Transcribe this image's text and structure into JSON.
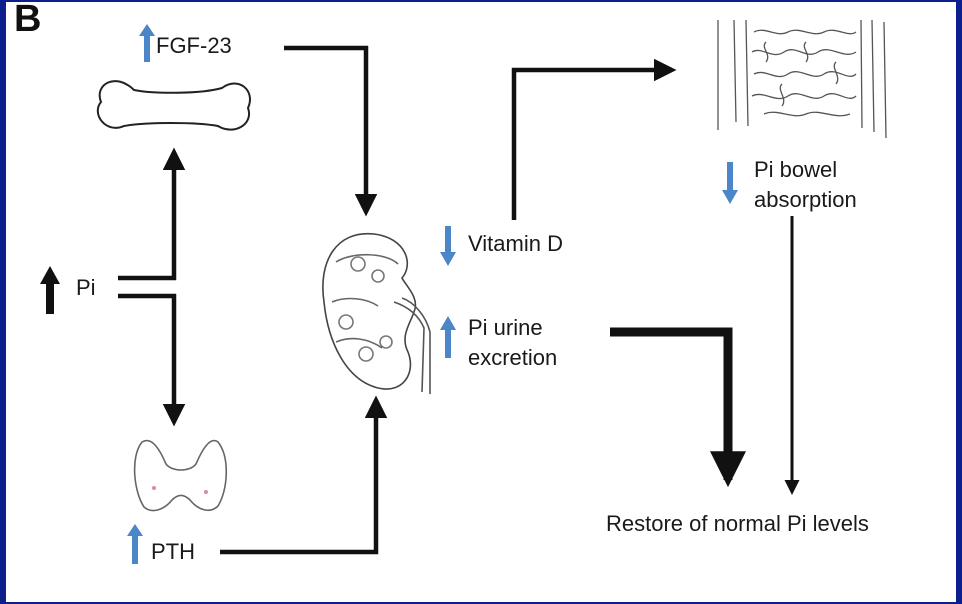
{
  "panel_letter": "B",
  "labels": {
    "fgf23": "FGF-23",
    "pi": "Pi",
    "pth": "PTH",
    "vitamin_d": "Vitamin D",
    "pi_urine_line1": "Pi urine",
    "pi_urine_line2": "excretion",
    "pi_bowel_line1": "Pi  bowel",
    "pi_bowel_line2": "absorption",
    "restore": "Restore of normal Pi levels"
  },
  "colors": {
    "background_frame": "#0d1f8c",
    "arrow_up_blue": "#4a86c8",
    "arrow_down_blue": "#4a86c8",
    "arrow_black": "#111111"
  },
  "icons": [
    "bone-icon",
    "kidney-icon",
    "thyroid-icon",
    "intestine-icon"
  ]
}
